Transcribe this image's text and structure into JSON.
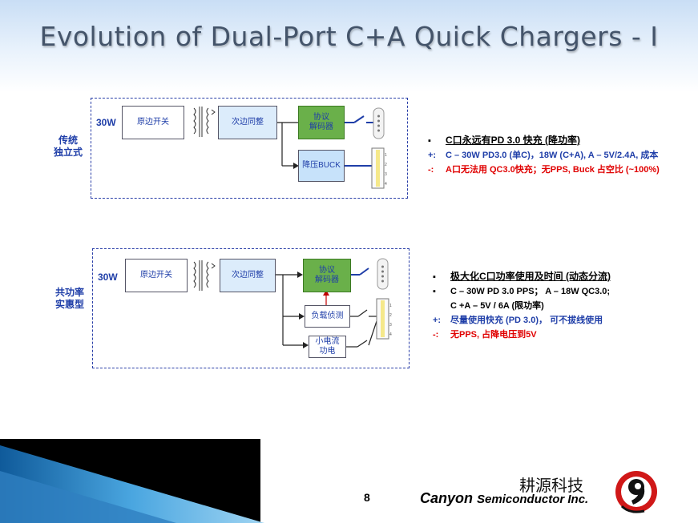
{
  "title": "Evolution of Dual-Port C+A Quick Chargers - I",
  "panel1": {
    "side_label": [
      "传统",
      "独立式"
    ],
    "watt": "30W",
    "primary_switch": "原边开关",
    "secondary_rect": "次边同整",
    "protocol_decoder": [
      "协议",
      "解码器"
    ],
    "buck": "降压BUCK"
  },
  "panel2": {
    "side_label": [
      "共功率",
      "实惠型"
    ],
    "watt": "30W",
    "primary_switch": "原边开关",
    "secondary_rect": "次边同整",
    "protocol_decoder": [
      "协议",
      "解码器"
    ],
    "load_detect": "负载侦测",
    "small_switch": [
      "小电流",
      "功电"
    ]
  },
  "notes1": {
    "head_marker": "▪",
    "head": "C口永远有PD 3.0 快充 (降功率)",
    "plus_marker": "+:",
    "plus": "C – 30W PD3.0 (单C)，18W (C+A), A – 5V/2.4A, 成本",
    "minus_marker": "-:",
    "minus": "A口无法用 QC3.0快充；无PPS, Buck 占空比 (~100%)"
  },
  "notes2": {
    "head_marker": "▪",
    "head": "极大化C口功率使用及时间 (动态分流)",
    "item_marker": "▪",
    "item1": "C – 30W PD 3.0 PPS；  A – 18W QC3.0;",
    "item2": "C +A – 5V / 6A (限功率)",
    "plus_marker": "+:",
    "plus": "尽量使用快充 (PD 3.0)，  可不拔线使用",
    "minus_marker": "-:",
    "minus": "无PPS, 占降电压到5V"
  },
  "footer": {
    "page_number": "8",
    "company_cn": "耕源科技",
    "company_en_main": "Canyon",
    "company_en_sub": "Semiconductor Inc."
  },
  "colors": {
    "title_text": "#44546a",
    "accent_blue": "#1f3ea8",
    "protocol_green": "#6ab04a",
    "minus_red": "#e00000"
  }
}
